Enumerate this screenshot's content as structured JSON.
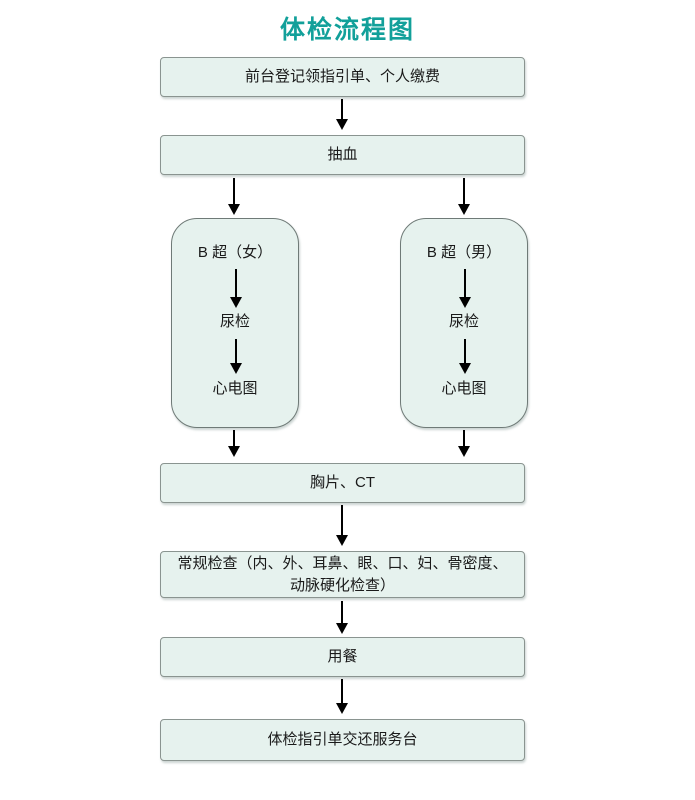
{
  "title": "体检流程图",
  "colors": {
    "title_accent": "#12a09a",
    "box_fill": "#e6f2ee",
    "box_border": "#8a9490",
    "branch_border": "#6f7a77",
    "arrow": "#000000",
    "text": "#1a1a1a"
  },
  "nodes": {
    "register": "前台登记领指引单、个人缴费",
    "blood_draw": "抽血",
    "branch_female": {
      "title": "B 超（女）",
      "step2": "尿检",
      "step3": "心电图"
    },
    "branch_male": {
      "title": "B 超（男）",
      "step2": "尿检",
      "step3": "心电图"
    },
    "chest_ct": "胸片、CT",
    "routine": "常规检查（内、外、耳鼻、眼、口、妇、骨密度、动脉硬化检查）",
    "meal": "用餐",
    "return_form": "体检指引单交还服务台"
  }
}
